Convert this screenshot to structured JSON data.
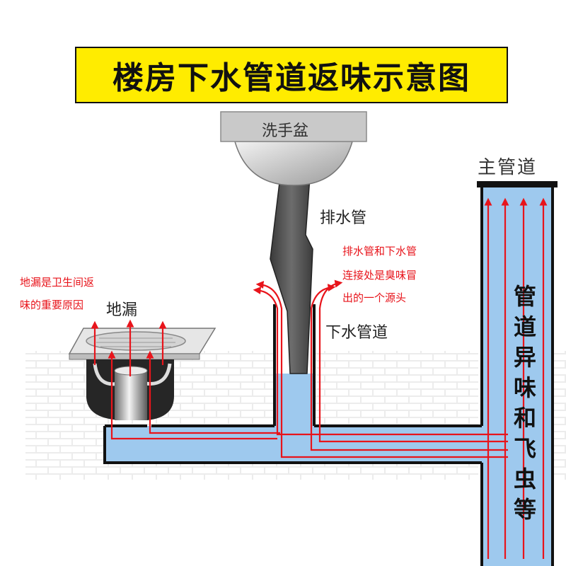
{
  "title": "楼房下水管道返味示意图",
  "labels": {
    "basin": "洗手盆",
    "main_pipe": "主管道",
    "drain_pipe": "排水管",
    "floor_drain": "地漏",
    "sewer_pipe": "下水管道",
    "main_pipe_note": "管道异味和飞虫等"
  },
  "notes": {
    "floor_drain_note": [
      "地漏是卫生间返",
      "味的重要原因"
    ],
    "joint_note": [
      "排水管和下水管",
      "连接处是臭味冒",
      "出的一个源头"
    ]
  },
  "colors": {
    "banner": "#ffec00",
    "water": "#9ec9ee",
    "pipe_wall": "#111111",
    "arrow_red": "#e8141b",
    "brick": "#e9e9e9",
    "mortar": "#8c8c8c"
  }
}
